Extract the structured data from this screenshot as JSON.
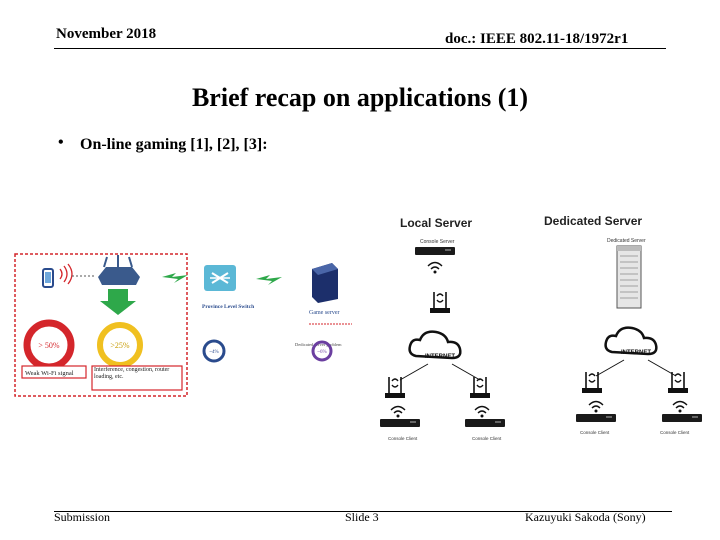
{
  "header": {
    "date": "November 2018",
    "doc_id": "doc.: IEEE 802.11-18/1972r1"
  },
  "title": "Brief recap on applications (1)",
  "bullet": {
    "marker": "•",
    "text": "On-line gaming [1], [2], [3]:"
  },
  "figure_left": {
    "pct_weak": "> 50%",
    "pct_interference": ">25%",
    "pct_switch": "~4%",
    "pct_server": "~6%",
    "label_weak": "Weak Wi-Fi signal",
    "label_interference": "Interference, congestion, router loading, etc.",
    "label_switch": "Province Level Switch",
    "label_server": "Game server",
    "label_server_sub": "Dedicated server problem"
  },
  "figure_right": {
    "local_heading": "Local Server",
    "dedicated_heading": "Dedicated Server",
    "console_server": "Console Server",
    "dedicated_sub": "Dedicated Server",
    "internet": "INTERNET",
    "console_client": "Console Client"
  },
  "footer": {
    "left": "Submission",
    "slide": "Slide 3",
    "author": "Kazuyuki Sakoda (Sony)"
  },
  "colors": {
    "red": "#d4262b",
    "yellow": "#f0c020",
    "green": "#2ea84a",
    "blue_router": "#3a5a8c",
    "cyan_switch": "#5bb8d6",
    "navy_box": "#1c2f6b"
  }
}
